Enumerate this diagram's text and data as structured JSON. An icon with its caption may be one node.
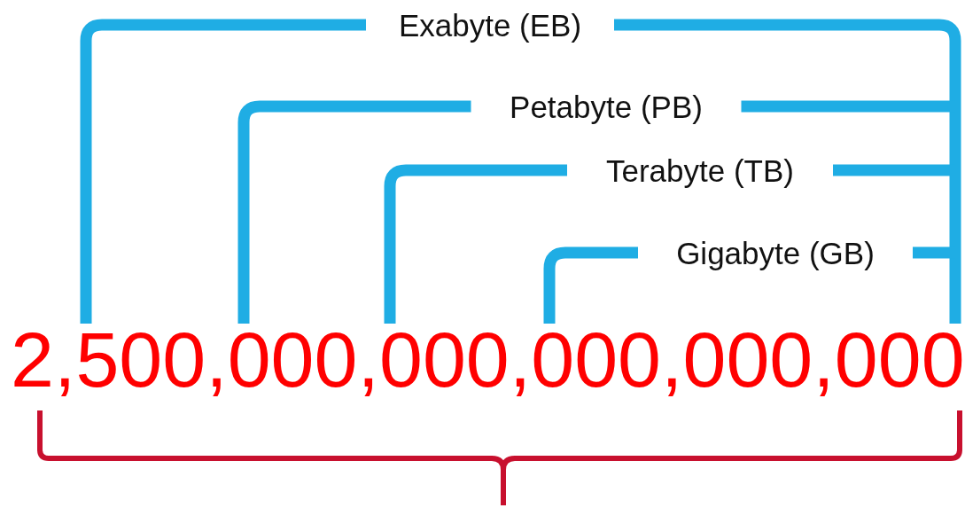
{
  "diagram": {
    "labels": [
      "Exabyte (EB)",
      "Petabyte (PB)",
      "Terabyte (TB)",
      "Gigabyte (GB)",
      "2,500,000,000,000,000,000"
    ]
  }
}
